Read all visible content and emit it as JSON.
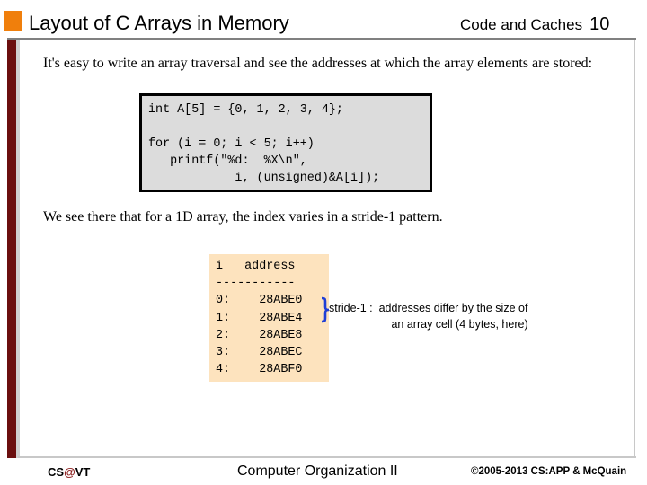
{
  "header": {
    "title": "Layout of C Arrays in Memory",
    "section": "Code and Caches",
    "page_number": "10"
  },
  "intro_text": "It's easy to write an array traversal and see the addresses at which the array elements are stored:",
  "code_block": "int A[5] = {0, 1, 2, 3, 4};\n\nfor (i = 0; i < 5; i++)\n   printf(\"%d:  %X\\n\",\n            i, (unsigned)&A[i]);",
  "observation_text": "We see there that for a 1D array, the index varies in a stride-1 pattern.",
  "address_table": {
    "header": "i   address",
    "separator": "-----------",
    "rows": [
      {
        "i": "0:",
        "address": "28ABE0"
      },
      {
        "i": "1:",
        "address": "28ABE4"
      },
      {
        "i": "2:",
        "address": "28ABE8"
      },
      {
        "i": "3:",
        "address": "28ABEC"
      },
      {
        "i": "4:",
        "address": "28ABF0"
      }
    ]
  },
  "stride_note": {
    "label": "stride-1 :",
    "text_line1": "addresses differ by the size of",
    "text_line2": "an array cell (4 bytes, here)"
  },
  "footer": {
    "left_prefix": "CS",
    "left_at": "@",
    "left_suffix": "VT",
    "center": "Computer Organization II",
    "right": "©2005-2013 CS:APP & McQuain"
  },
  "colors": {
    "accent_orange": "#f07f0c",
    "left_bar": "#6b0f0f",
    "table_bg": "#fde3be",
    "code_bg": "#dcdcdc",
    "brace": "#1f3fd6"
  },
  "icons": {
    "brace": "blue-curly-brace-icon"
  }
}
